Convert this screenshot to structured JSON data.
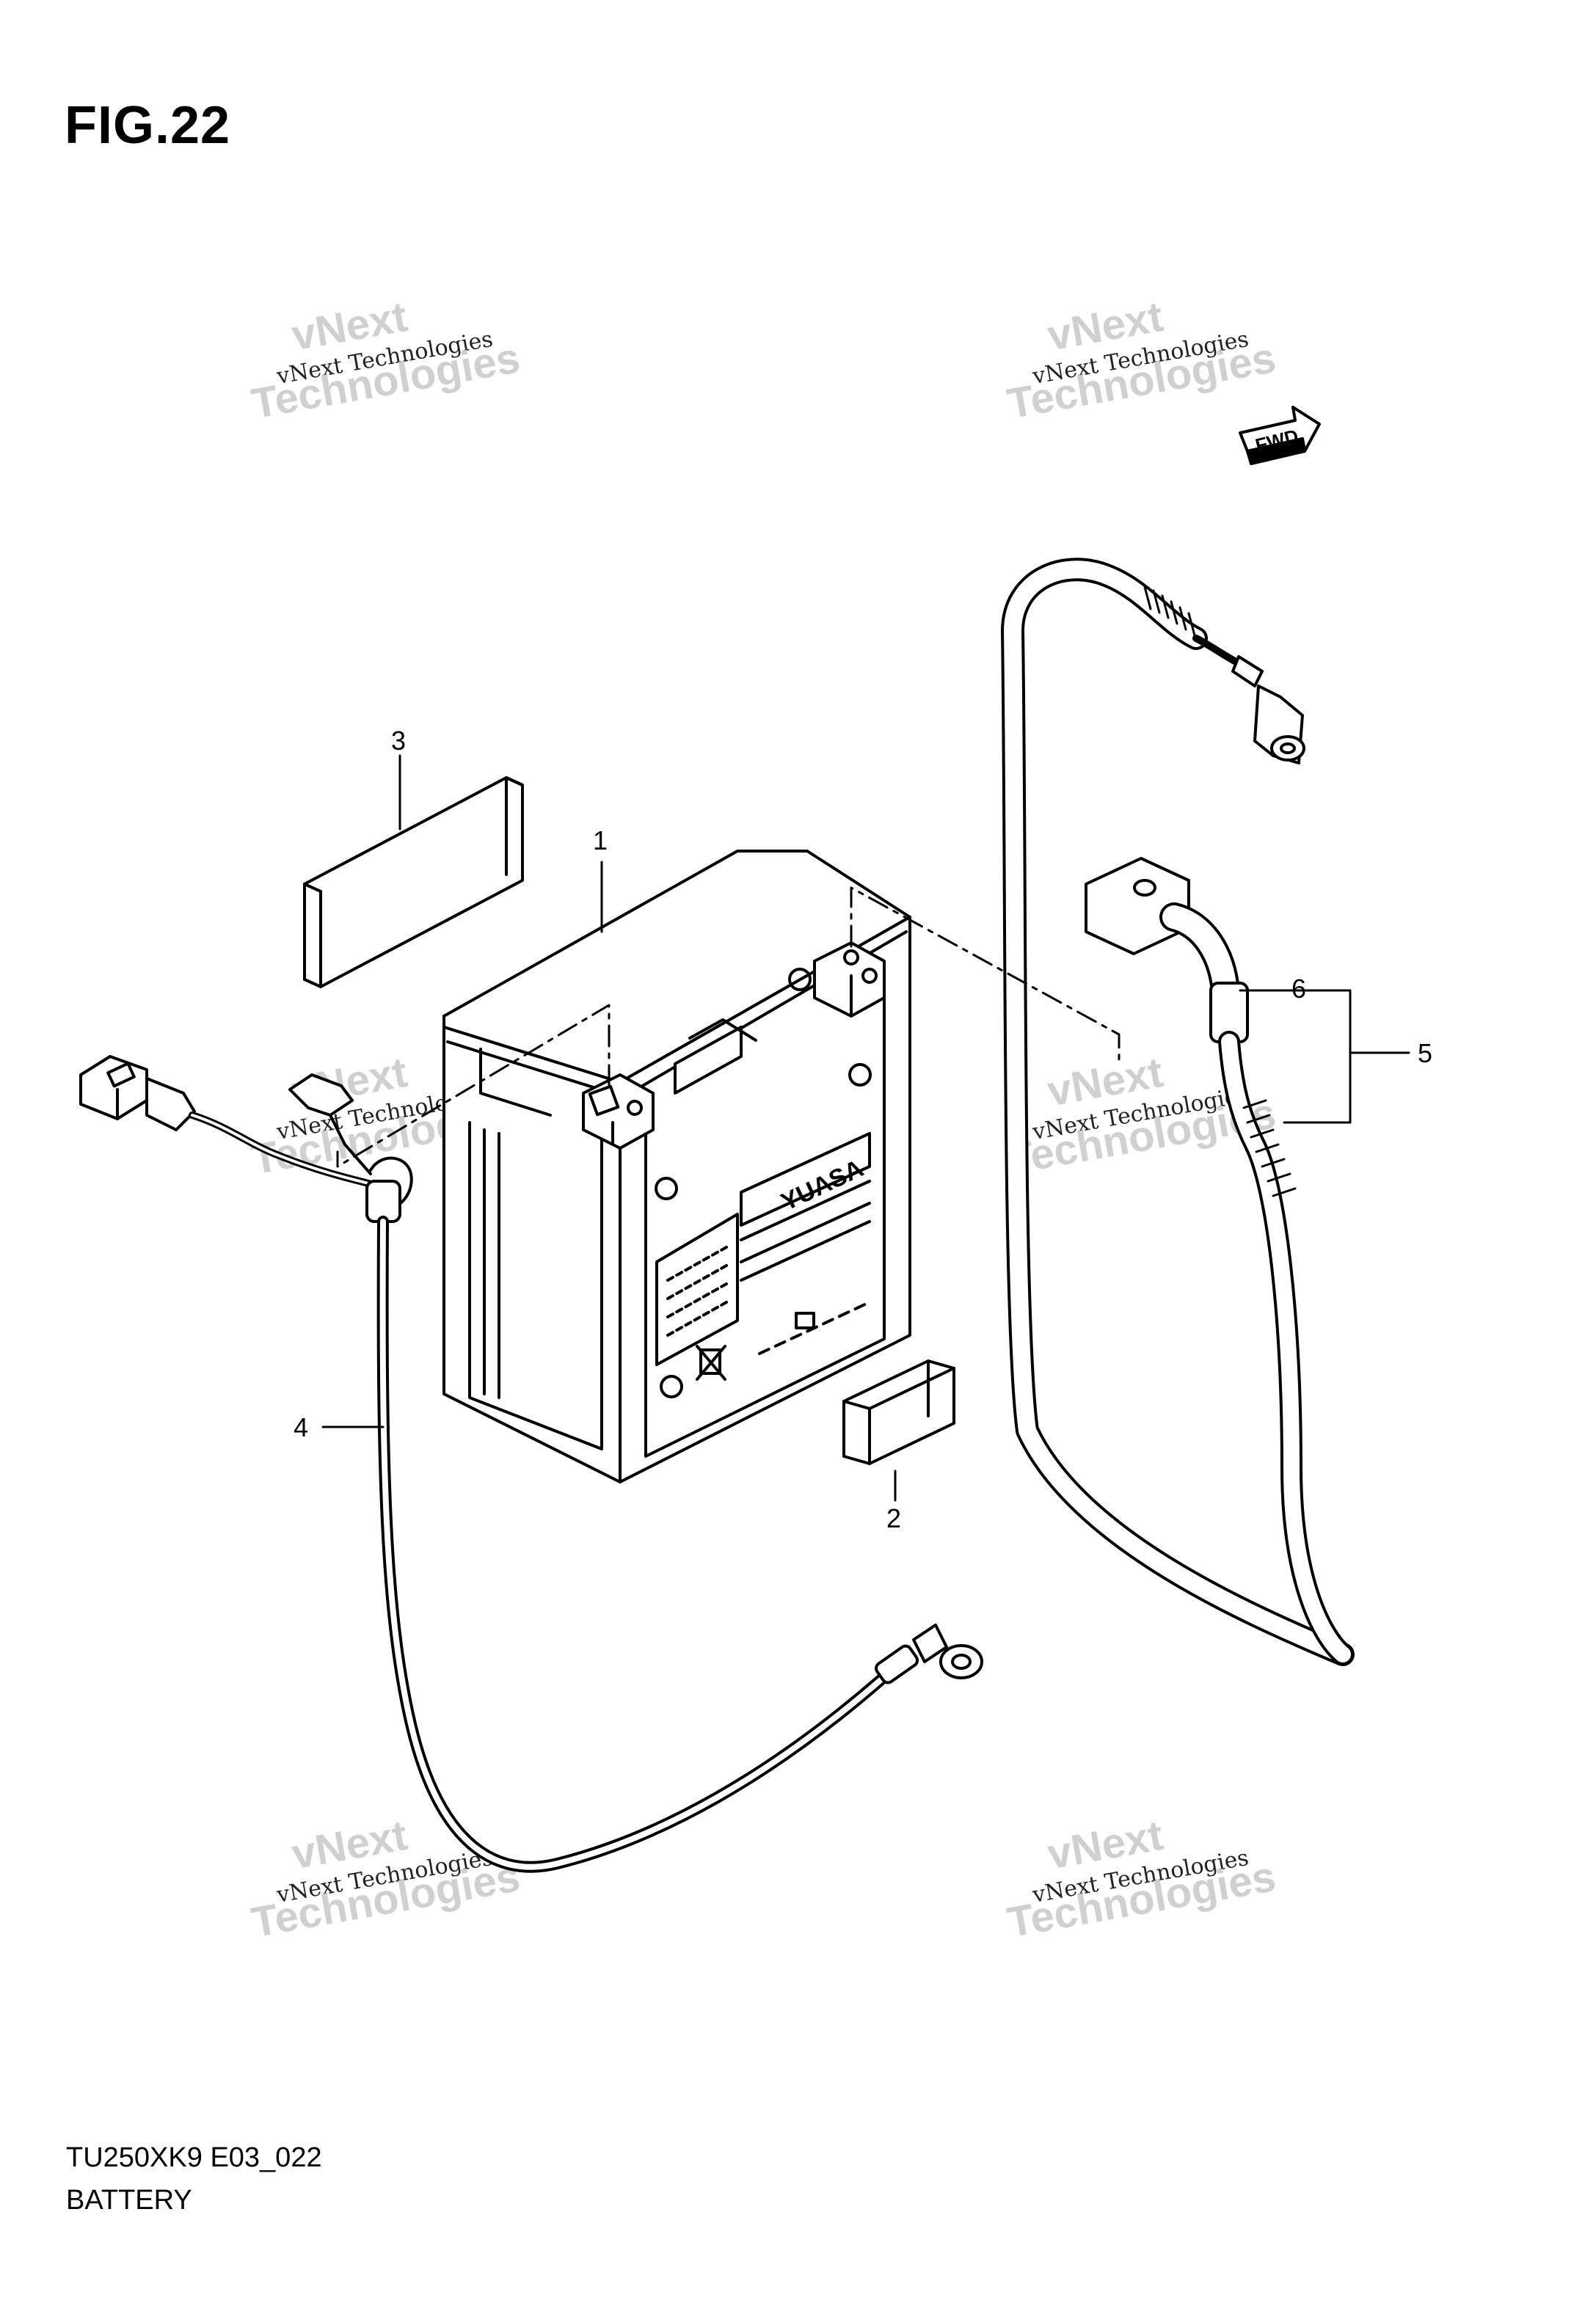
{
  "figure": {
    "title": "FIG.22"
  },
  "footer": {
    "code": "TU250XK9 E03_022",
    "name": "BATTERY"
  },
  "watermark": {
    "line_small": "vNext Technologies",
    "line_big_1": "vNext",
    "line_big_2": "Technologies"
  },
  "battery_brand": "YUASA",
  "fwd_label": "FWD",
  "callouts": [
    {
      "number": "1",
      "part": "battery"
    },
    {
      "number": "2",
      "part": "small-pad"
    },
    {
      "number": "3",
      "part": "large-pad"
    },
    {
      "number": "4",
      "part": "negative-lead-wire"
    },
    {
      "number": "5",
      "part": "positive-lead-assembly"
    },
    {
      "number": "6",
      "part": "terminal-cover"
    }
  ]
}
